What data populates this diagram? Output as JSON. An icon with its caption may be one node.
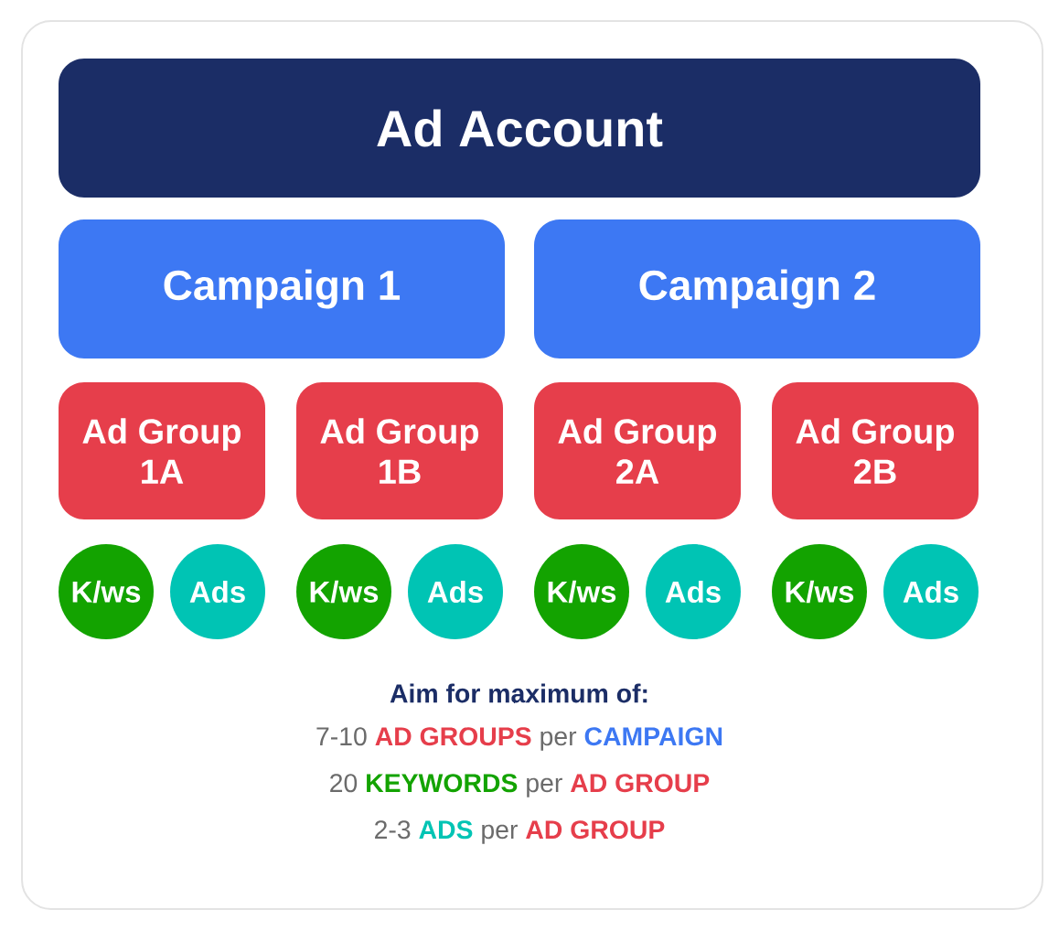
{
  "diagram": {
    "nodes": [
      {
        "text": [
          "Ad Account"
        ]
      },
      {
        "text": [
          "Campaign 1"
        ]
      },
      {
        "text": [
          "Campaign 2"
        ]
      },
      {
        "text": [
          "Ad Group 1A"
        ]
      },
      {
        "text": [
          "Ad Group 1B"
        ]
      },
      {
        "text": [
          "Ad Group 2A"
        ]
      },
      {
        "text": [
          "Ad Group 2B"
        ]
      },
      {
        "text": [
          "K/ws"
        ]
      },
      {
        "text": [
          "Ads"
        ]
      },
      {
        "text": [
          "K/ws"
        ]
      },
      {
        "text": [
          "Ads"
        ]
      },
      {
        "text": [
          "K/ws"
        ]
      },
      {
        "text": [
          "Ads"
        ]
      },
      {
        "text": [
          "K/ws"
        ]
      },
      {
        "text": [
          "Ads"
        ]
      }
    ],
    "labels": [
      "Aim for maximum of:",
      "7-10",
      "AD GROUPS",
      "per",
      "CAMPAIGN",
      "20",
      "KEYWORDS",
      "per",
      "AD GROUP",
      "2-3",
      "ADS",
      "per",
      "AD GROUP"
    ]
  }
}
